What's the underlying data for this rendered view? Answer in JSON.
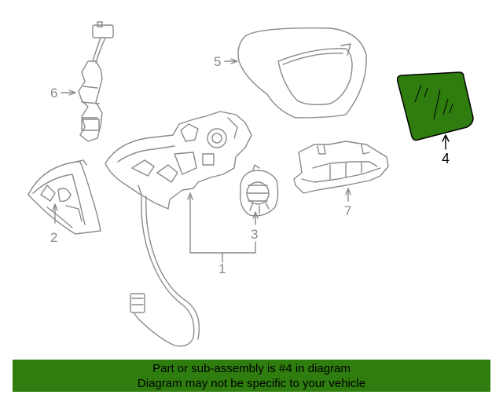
{
  "callouts": {
    "c1": "1",
    "c2": "2",
    "c3": "3",
    "c4": "4",
    "c5": "5",
    "c6": "6",
    "c7": "7"
  },
  "highlight_color": "#2e7d0e",
  "line_color": "#8a8a8a",
  "banner": {
    "line1": "Part or sub-assembly is #4 in diagram",
    "line2": "Diagram may not be specific to your vehicle"
  }
}
